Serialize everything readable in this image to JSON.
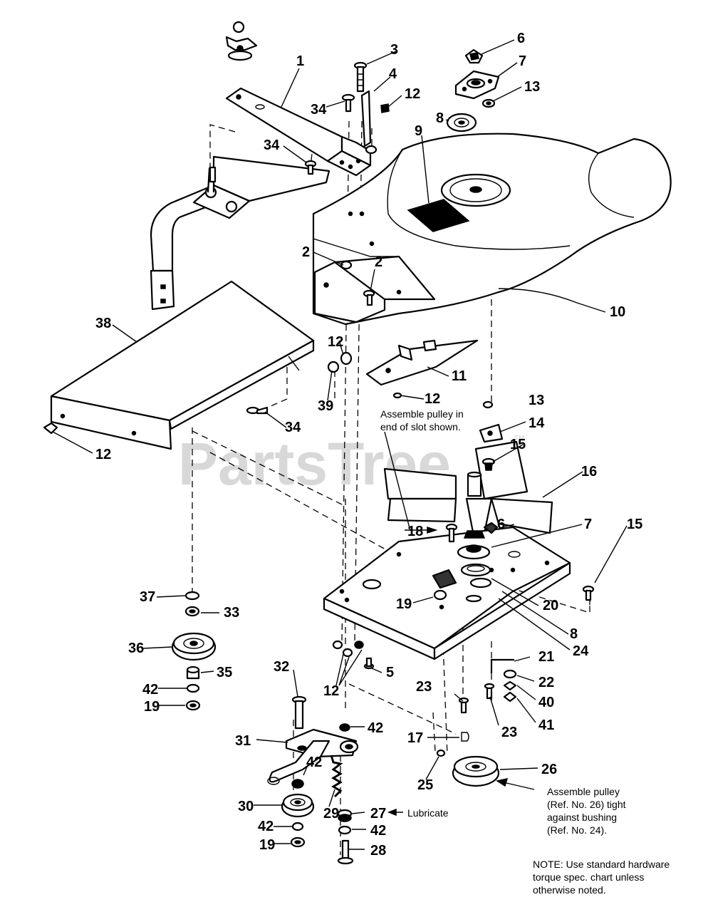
{
  "watermark": {
    "text": "PartsTree",
    "mark": "TM"
  },
  "callouts": {
    "c1": "1",
    "c2a": "2",
    "c2b": "2",
    "c3": "3",
    "c4": "4",
    "c5": "5",
    "c6a": "6",
    "c6b": "6",
    "c7a": "7",
    "c7b": "7",
    "c8a": "8",
    "c8b": "8",
    "c9": "9",
    "c10": "10",
    "c11": "11",
    "c12a": "12",
    "c12b": "12",
    "c12c": "12",
    "c12d": "12",
    "c12e": "12",
    "c13a": "13",
    "c13b": "13",
    "c14": "14",
    "c15a": "15",
    "c15b": "15",
    "c16": "16",
    "c17": "17",
    "c18": "18",
    "c19a": "19",
    "c19b": "19",
    "c19c": "19",
    "c20": "20",
    "c21": "21",
    "c22": "22",
    "c23a": "23",
    "c23b": "23",
    "c24": "24",
    "c25": "25",
    "c26": "26",
    "c27": "27",
    "c28": "28",
    "c29": "29",
    "c30": "30",
    "c31": "31",
    "c32": "32",
    "c33": "33",
    "c34a": "34",
    "c34b": "34",
    "c34c": "34",
    "c35": "35",
    "c36": "36",
    "c37": "37",
    "c38": "38",
    "c39": "39",
    "c40": "40",
    "c41": "41",
    "c42a": "42",
    "c42b": "42",
    "c42c": "42",
    "c42d": "42",
    "c42e": "42"
  },
  "notes": {
    "slot_line1": "Assemble pulley in",
    "slot_line2": "end of slot shown.",
    "lubricate": "Lubricate",
    "pulley_line1": "Assemble pulley",
    "pulley_line2": "(Ref. No. 26) tight",
    "pulley_line3": "against bushing",
    "pulley_line4": "(Ref. No. 24).",
    "hw_line1": "NOTE: Use standard hardware",
    "hw_line2": "torque spec. chart unless",
    "hw_line3": "otherwise noted."
  }
}
